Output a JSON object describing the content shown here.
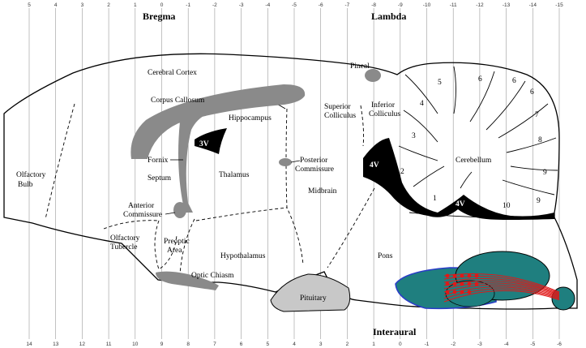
{
  "header": {
    "left": "Bregma",
    "right": "Lambda",
    "bottom": "Interaural"
  },
  "ruler": {
    "top": [
      "5",
      "4",
      "3",
      "2",
      "1",
      "0",
      "-1",
      "-2",
      "-3",
      "-4",
      "-5",
      "-6",
      "-7",
      "-8",
      "-9",
      "-10",
      "-11",
      "-12",
      "-13",
      "-14",
      "-15"
    ],
    "bottom": [
      "14",
      "13",
      "12",
      "11",
      "10",
      "9",
      "8",
      "7",
      "6",
      "5",
      "4",
      "3",
      "2",
      "1",
      "0",
      "-1",
      "-2",
      "-3",
      "-4",
      "-5",
      "-6"
    ]
  },
  "regions": {
    "cerebral_cortex": "Cerebral Cortex",
    "corpus_callosum": "Corpus Callosum",
    "hippocampus": "Hippocampus",
    "third_ventricle": "3V",
    "fornix": "Fornix",
    "septum": "Septum",
    "thalamus": "Thalamus",
    "olfactory_bulb_1": "Olfactory",
    "olfactory_bulb_2": "Bulb",
    "anterior_commissure_1": "Anterior",
    "anterior_commissure_2": "Commissure",
    "olfactory_tubercle_1": "Olfactory",
    "olfactory_tubercle_2": "Tubercle",
    "preoptic_1": "Preoptic",
    "preoptic_2": "Area",
    "hypothalamus": "Hypothalamus",
    "optic_chiasm": "Optic Chiasm",
    "pituitary": "Pituitary",
    "pineal": "Pineal",
    "superior_colliculus_1": "Superior",
    "superior_colliculus_2": "Colliculus",
    "inferior_colliculus_1": "Inferior",
    "inferior_colliculus_2": "Colliculus",
    "posterior_commissure_1": "Posterior",
    "posterior_commissure_2": "Commissure",
    "midbrain": "Midbrain",
    "fourth_ventricle": "4V",
    "fourth_ventricle_2": "4V",
    "pons": "Pons",
    "cerebellum": "Cerebellum"
  },
  "lobules": [
    "1",
    "2",
    "3",
    "4",
    "5",
    "6",
    "6",
    "6",
    "7",
    "8",
    "9",
    "9",
    "10"
  ],
  "colors": {
    "gray_fill": "#8a8a8a",
    "pituitary_fill": "#c8c8c8",
    "ventricle_fill": "#000000",
    "overlay_teal": "#1f7f7f",
    "overlay_outline": "#2a3cc8",
    "overlay_tract": "#e01818"
  }
}
